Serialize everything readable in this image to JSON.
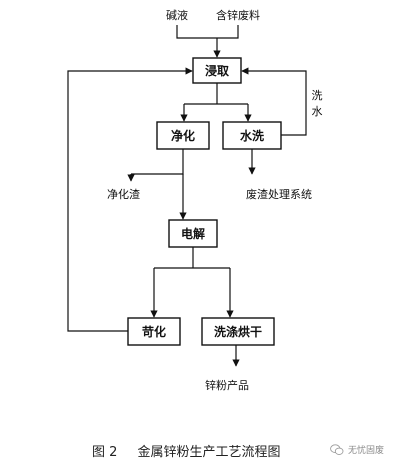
{
  "nodes": {
    "leaching": "浸取",
    "purification": "净化",
    "washing": "水洗",
    "electrolysis": "电解",
    "alkali_treatment": "苛化",
    "wash_dry": "洗涤烘干"
  },
  "labels": {
    "alkali": "碱液",
    "zinc_waste": "含锌废料",
    "wash_water_1": "洗",
    "wash_water_2": "水",
    "purification_residue": "净化渣",
    "waste_residue_system": "废渣处理系统",
    "zinc_powder_product": "锌粉产品"
  },
  "caption": {
    "figure_number": "图 2",
    "title": "金属锌粉生产工艺流程图"
  },
  "watermark": {
    "text": "无忧固废"
  }
}
